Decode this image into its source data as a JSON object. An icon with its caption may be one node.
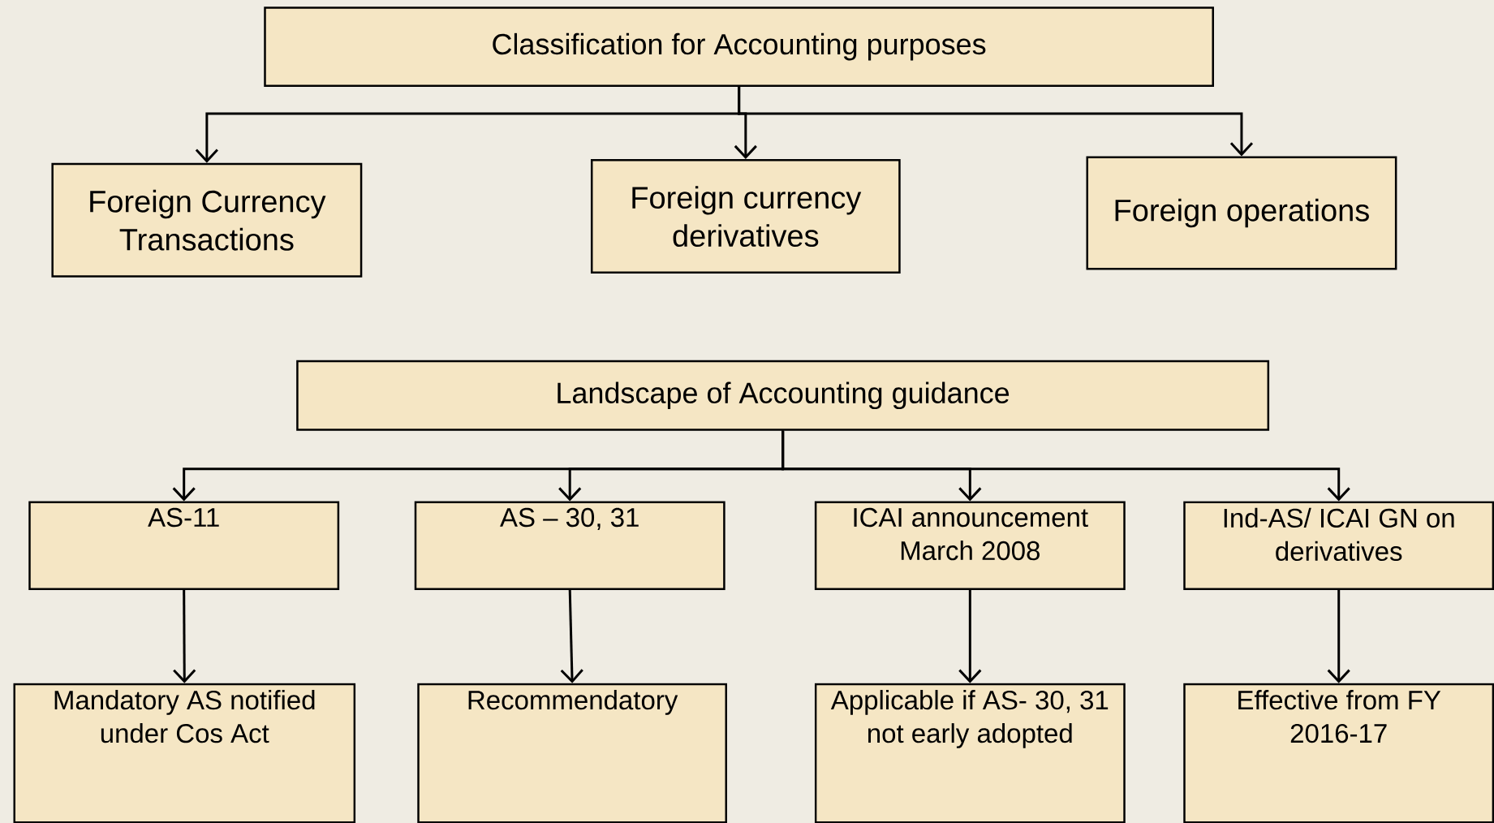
{
  "diagram": {
    "nodes": [
      {
        "text": [
          "Classification for Accounting purposes"
        ]
      },
      {
        "text": [
          "Foreign Currency Transactions"
        ]
      },
      {
        "text": [
          "Foreign currency derivatives"
        ]
      },
      {
        "text": [
          "Foreign operations"
        ]
      },
      {
        "text": [
          "Landscape of Accounting guidance"
        ]
      },
      {
        "text": [
          "AS-11"
        ]
      },
      {
        "text": [
          "AS – 30, 31"
        ]
      },
      {
        "text": [
          "ICAI announcement March 2008"
        ]
      },
      {
        "text": [
          "Ind-AS/ ICAI GN on derivatives"
        ]
      },
      {
        "text": [
          "Mandatory AS notified under Cos Act"
        ]
      },
      {
        "text": [
          "Recommendatory"
        ]
      },
      {
        "text": [
          "Applicable if AS- 30, 31 not early adopted"
        ]
      },
      {
        "text": [
          "Effective from FY 2016-17"
        ]
      }
    ],
    "edges": [
      {
        "from": 0,
        "to": 1,
        "arrow": "to"
      },
      {
        "from": 0,
        "to": 2,
        "arrow": "to"
      },
      {
        "from": 0,
        "to": 3,
        "arrow": "to"
      },
      {
        "from": 4,
        "to": 5,
        "arrow": "to"
      },
      {
        "from": 4,
        "to": 6,
        "arrow": "to"
      },
      {
        "from": 4,
        "to": 7,
        "arrow": "to"
      },
      {
        "from": 4,
        "to": 8,
        "arrow": "to"
      },
      {
        "from": 5,
        "to": 9,
        "arrow": "to"
      },
      {
        "from": 6,
        "to": 10,
        "arrow": "to"
      },
      {
        "from": 7,
        "to": 11,
        "arrow": "to"
      },
      {
        "from": 8,
        "to": 12,
        "arrow": "to"
      }
    ]
  }
}
